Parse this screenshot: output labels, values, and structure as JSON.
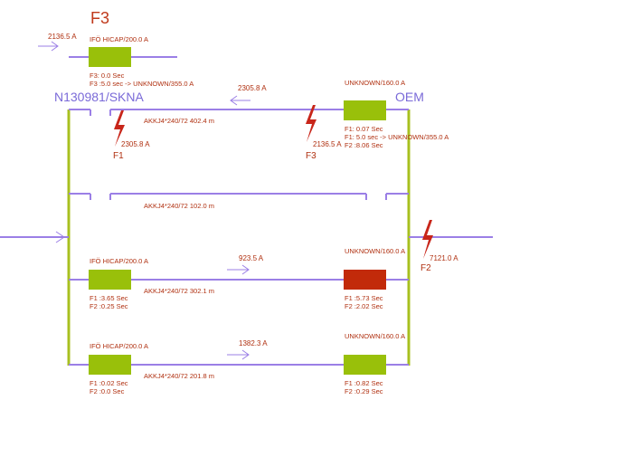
{
  "colors": {
    "bus_line": "#9b7fe6",
    "vertical_line": "#a8c020",
    "breaker_ok": "#99c00a",
    "breaker_trip": "#c22a0a",
    "text": "#b03010",
    "node_text": "#7a6ad8",
    "fault_bolt": "#c8261a"
  },
  "title": "F3",
  "nodes": {
    "left": "N130981/SKNA",
    "right": "OEM"
  },
  "top_feeder": {
    "arrow_current": "2136.5 A",
    "breaker_label": "IFÖ HICAP/200.0 A",
    "times": [
      "F3: 0.0 Sec",
      "F3 :5.0 sec -> UNKNOWN/355.0 A"
    ]
  },
  "line1": {
    "cable": "AKKJ4*240/72  402.4 m",
    "arrow_current": "2305.8 A",
    "right_breaker_label": "UNKNOWN/160.0 A",
    "right_times": [
      "F1: 0.07 Sec",
      "F1: 5.0 sec -> UNKNOWN/355.0 A",
      "F2 :8.06 Sec"
    ],
    "faults": [
      {
        "name": "F1",
        "current": "2305.8 A"
      },
      {
        "name": "F3",
        "current": "2136.5 A"
      }
    ]
  },
  "line2": {
    "cable": "AKKJ4*240/72  102.0 m"
  },
  "fault_f2": {
    "name": "F2",
    "current": "7121.0 A"
  },
  "line3": {
    "left_breaker_label": "IFÖ HICAP/200.0 A",
    "left_times": [
      "F1 :3.65 Sec",
      "F2 :0.25 Sec"
    ],
    "cable": "AKKJ4*240/72  302.1 m",
    "arrow_current": "923.5 A",
    "right_breaker_label": "UNKNOWN/160.0 A",
    "right_times": [
      "F1 :5.73 Sec",
      "F2 :2.02 Sec"
    ]
  },
  "line4": {
    "left_breaker_label": "IFÖ HICAP/200.0 A",
    "left_times": [
      "F1 :0.02 Sec",
      "F2 :0.0 Sec"
    ],
    "cable": "AKKJ4*240/72  201.8 m",
    "arrow_current": "1382.3 A",
    "right_breaker_label": "UNKNOWN/160.0 A",
    "right_times": [
      "F1 :0.82 Sec",
      "F2 :0.29 Sec"
    ]
  }
}
